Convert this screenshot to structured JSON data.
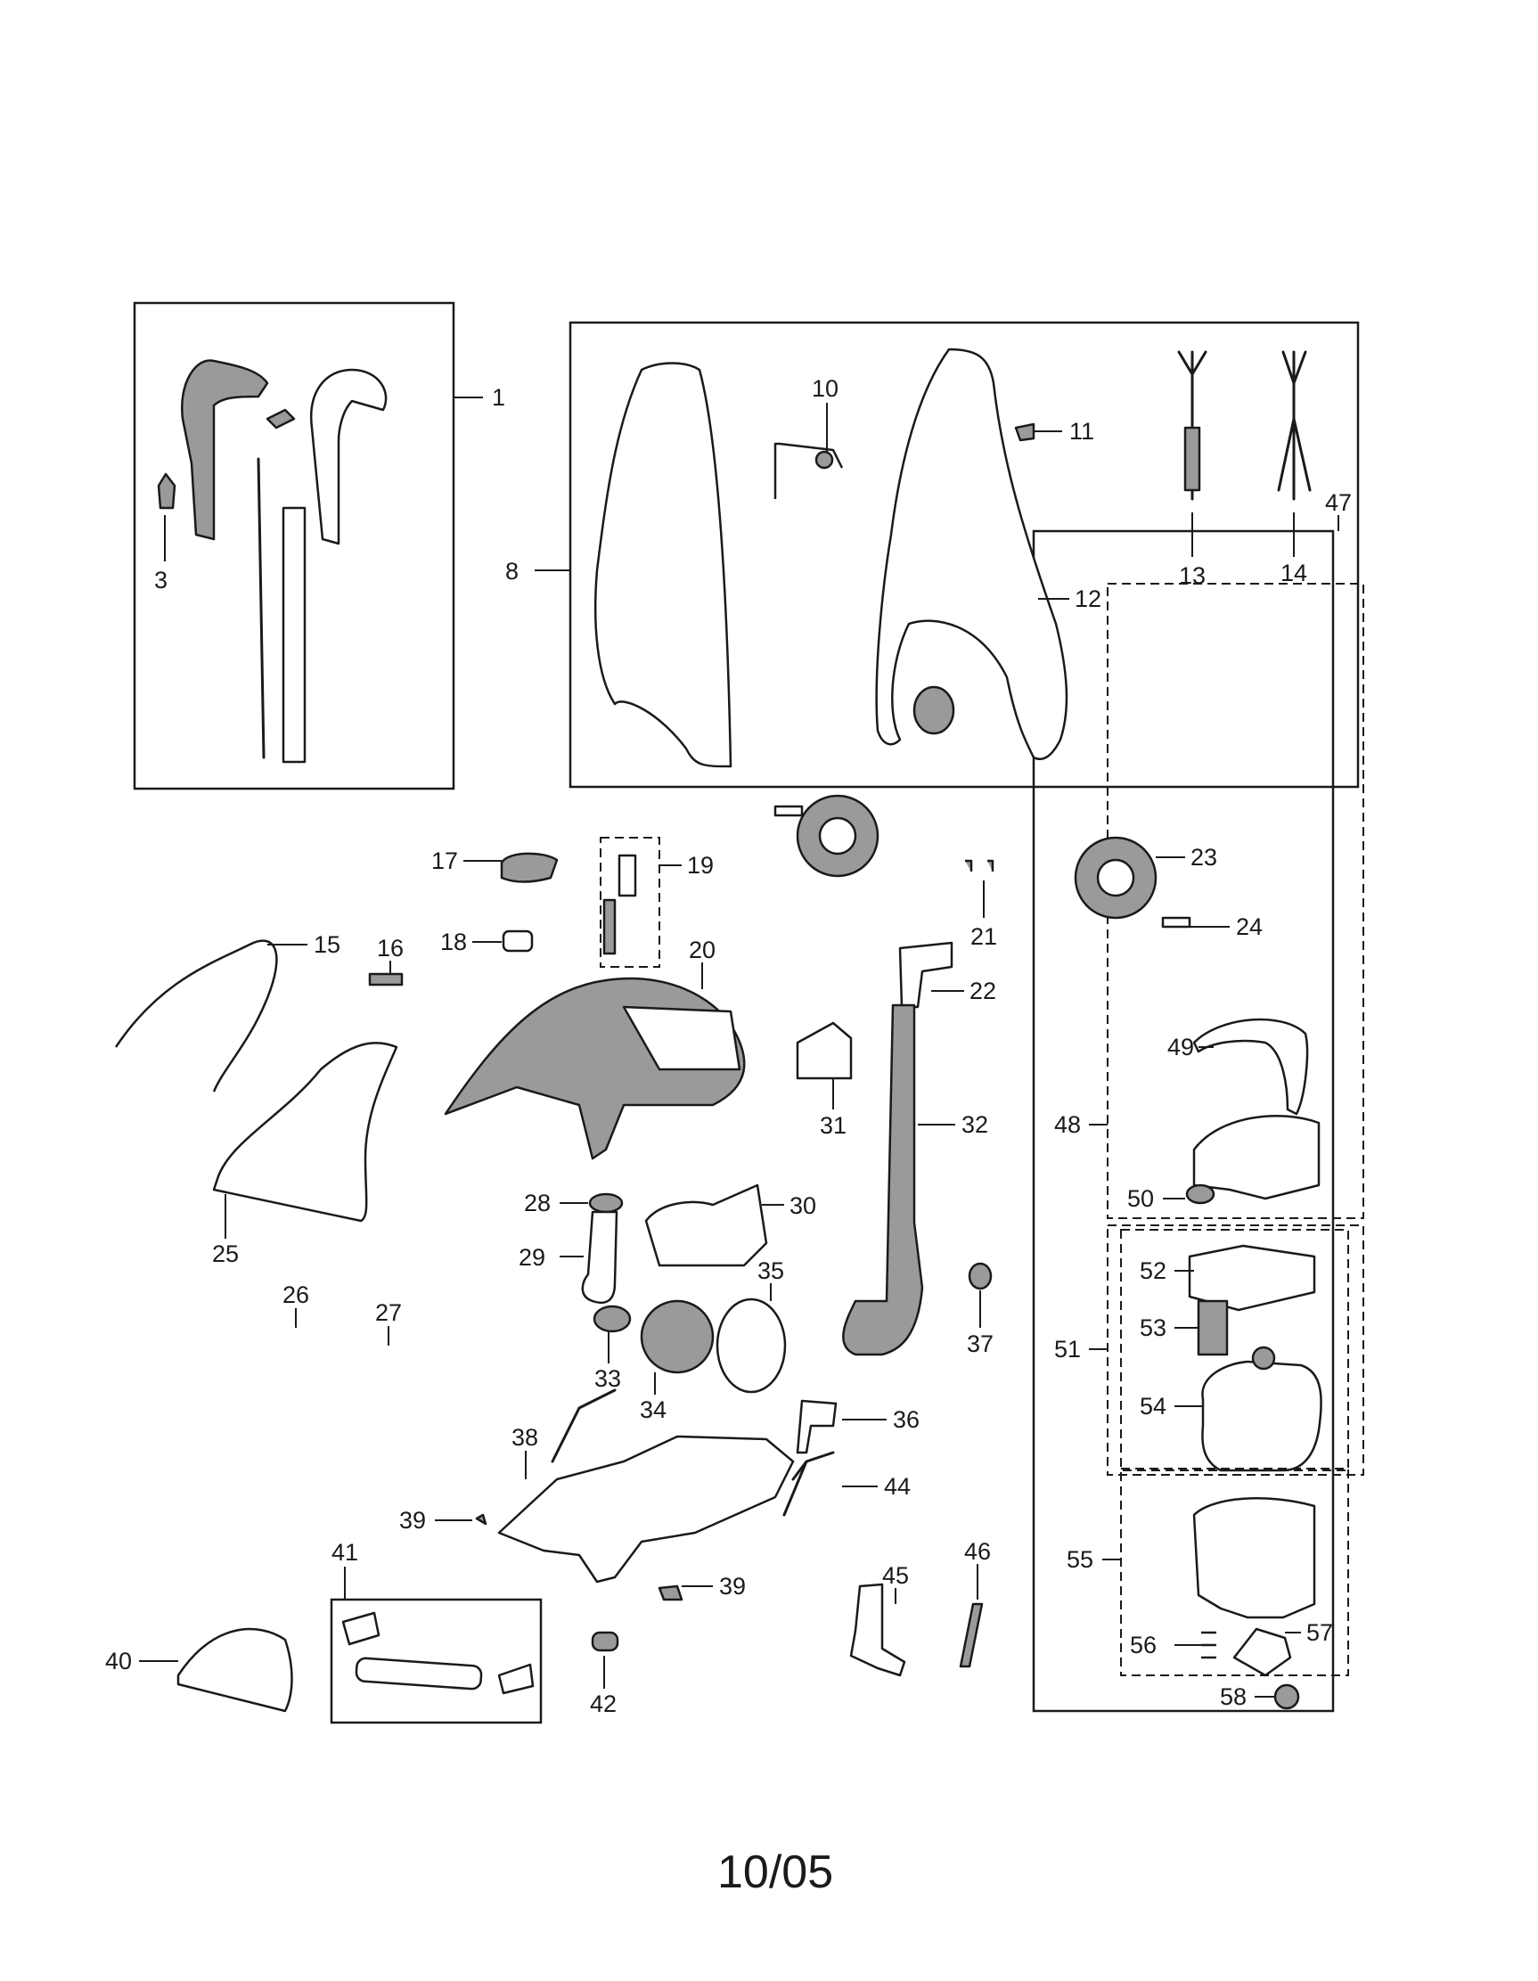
{
  "callouts": [
    "1",
    "3",
    "8",
    "10",
    "11",
    "12",
    "13",
    "14",
    "15",
    "16",
    "17",
    "18",
    "19",
    "20",
    "21",
    "22",
    "23",
    "24",
    "25",
    "26",
    "27",
    "28",
    "29",
    "30",
    "31",
    "32",
    "33",
    "34",
    "35",
    "36",
    "37",
    "38",
    "39",
    "39",
    "40",
    "41",
    "42",
    "44",
    "45",
    "46",
    "47",
    "48",
    "49",
    "50",
    "51",
    "52",
    "53",
    "54",
    "55",
    "56",
    "57",
    "58"
  ],
  "footer": {
    "date": "10/05"
  }
}
